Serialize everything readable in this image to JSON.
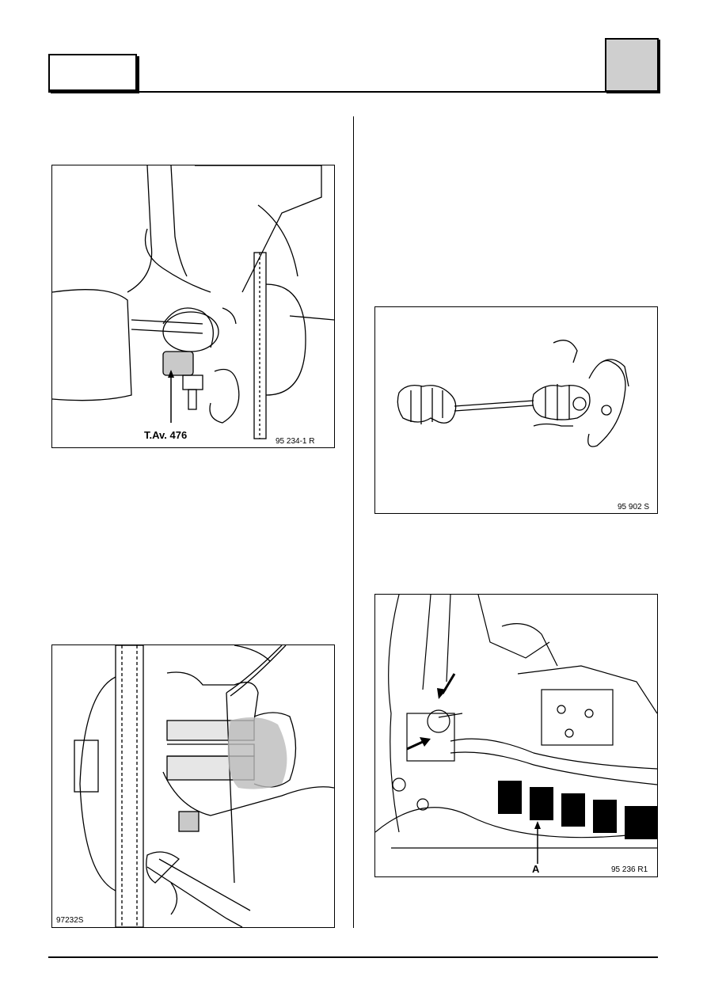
{
  "figures": [
    {
      "id": "fig1",
      "ref": "95 234-1 R",
      "callouts": [
        {
          "text": "T.Av. 476"
        }
      ]
    },
    {
      "id": "fig2",
      "ref": "95 902 S",
      "callouts": []
    },
    {
      "id": "fig3",
      "ref": "97232S",
      "callouts": []
    },
    {
      "id": "fig4",
      "ref": "95 236 R1",
      "callouts": [
        {
          "text": "A"
        }
      ]
    }
  ]
}
